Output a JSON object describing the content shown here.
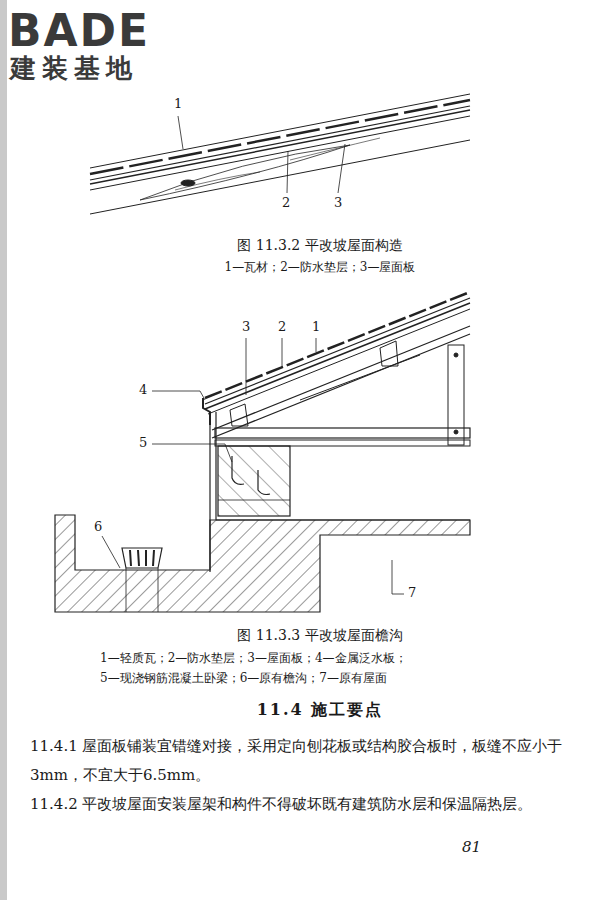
{
  "diagram": {
    "title": "11.4 施工要点",
    "caption": "图 11.3.2 平改坡屋面构造",
    "labels": [
      "BADE",
      "建装基地",
      "1",
      "2",
      "3",
      "1—瓦材；2—防水垫层；3—屋面板",
      "3",
      "2",
      "1",
      "4",
      "5",
      "6",
      "7",
      "图 11.3.3 平改坡屋面檐沟",
      "1—轻质瓦；2—防水垫层；3—屋面板；4—金属泛水板；",
      "5—现浇钢筋混凝土卧梁；6—原有檐沟；7—原有屋面",
      "11.4.1 屋面板铺装宜错缝对接，采用定向刨花板或结构胶合板时，板缝不应小于3mm，不宜大于6.5mm。",
      "11.4.2 平改坡屋面安装屋架和构件不得破坏既有建筑防水层和保温隔热层。",
      "81"
    ]
  }
}
